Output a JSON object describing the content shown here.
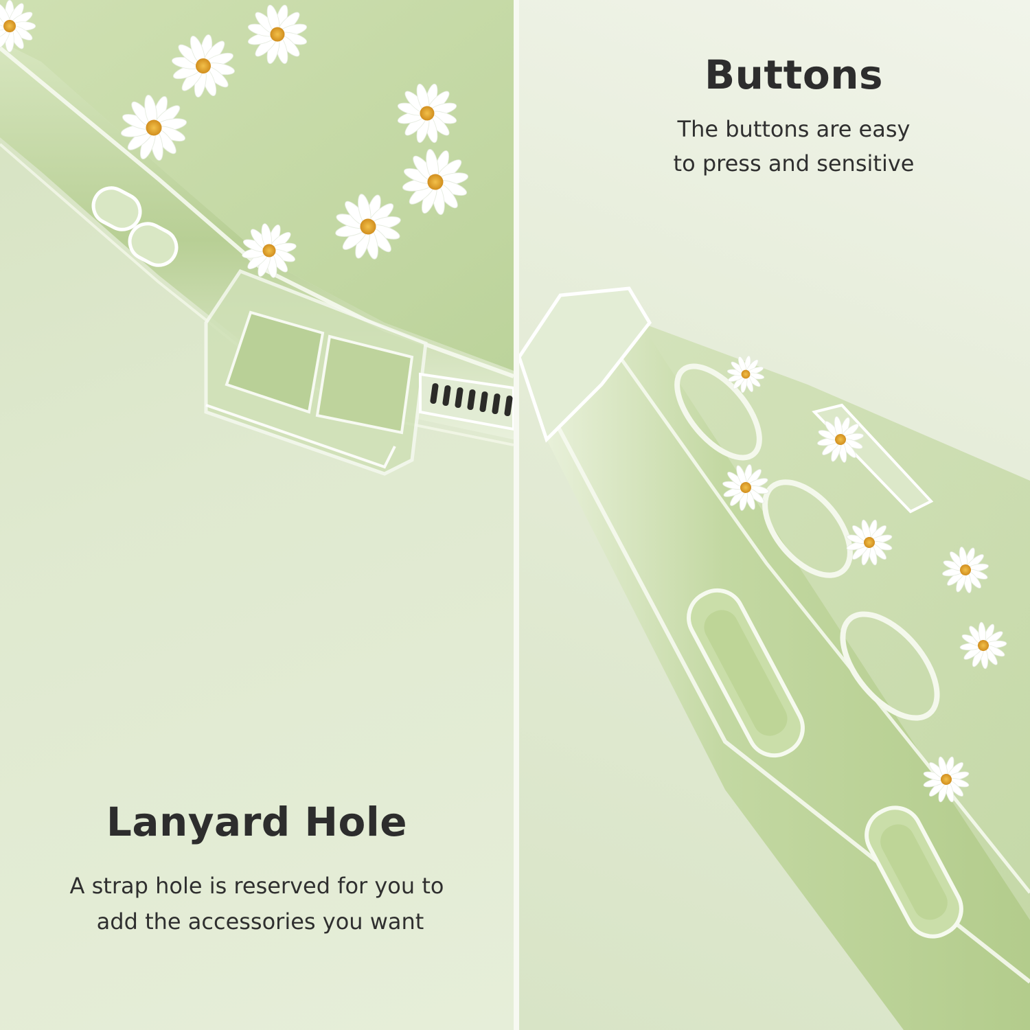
{
  "panels": {
    "lanyard": {
      "heading": "Lanyard Hole",
      "lines": [
        "A strap hole is reserved for you to",
        "add the accessories you want"
      ]
    },
    "buttons": {
      "heading": "Buttons",
      "lines": [
        "The buttons are easy",
        "to press and sensitive"
      ]
    }
  },
  "colors": {
    "background": "#dfe8cf",
    "case_body": "#c5d9a8",
    "case_edge": "#f4f8ec",
    "text_heading": "#2d2d2d",
    "text_body": "#2f2f2f",
    "daisy_petal": "#ffffff",
    "daisy_center": "#e0a42a"
  }
}
